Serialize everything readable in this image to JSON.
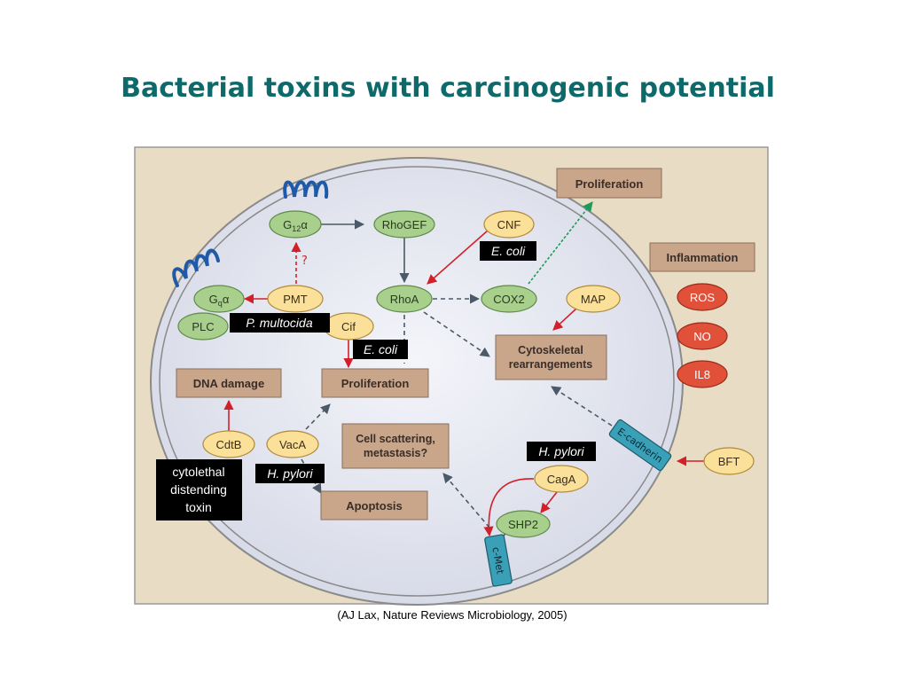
{
  "title": "Bacterial toxins with carcinogenic potential",
  "citation": "(AJ Lax, Nature Reviews Microbiology, 2005)",
  "colors": {
    "title": "#0e6a6a",
    "panel_bg": "#e8dcc4",
    "cell_fill": "#e3e5ef",
    "green_node": "#a8d08c",
    "yellow_node": "#fbe09a",
    "red_node": "#e1513a",
    "process_box": "#c9a58a",
    "receptor": "#3aa0b8",
    "membrane_protein": "#1e5aa8",
    "red_arrow": "#d2202a",
    "green_arrow": "#1c9a5a",
    "gray_arrow": "#4a5a66"
  },
  "nodes": {
    "g12": {
      "main": "G",
      "sub": "12",
      "tail": "α"
    },
    "gq": {
      "main": "G",
      "sub": "q",
      "tail": "α"
    },
    "rhogef": "RhoGEF",
    "cnf": "CNF",
    "pmt": "PMT",
    "rhoa": "RhoA",
    "cox2": "COX2",
    "map": "MAP",
    "plc": "PLC",
    "cif": "Cif",
    "cdtb": "CdtB",
    "vaca": "VacA",
    "caga": "CagA",
    "shp2": "SHP2",
    "bft": "BFT",
    "ros": "ROS",
    "no": "NO",
    "il8": "IL8",
    "ecadherin": "E-cadherin",
    "cmet": "c-Met",
    "question": "?"
  },
  "boxes": {
    "proliferation_top": "Proliferation",
    "inflammation": "Inflammation",
    "cytoskeletal_1": "Cytoskeletal",
    "cytoskeletal_2": "rearrangements",
    "dna_damage": "DNA damage",
    "proliferation_mid": "Proliferation",
    "scattering_1": "Cell scattering,",
    "scattering_2": "metastasis?",
    "apoptosis": "Apoptosis"
  },
  "labels": {
    "ecoli_1": "E. coli",
    "pmultocida": "P. multocida",
    "ecoli_2": "E. coli",
    "hpylori_1": "H. pylori",
    "hpylori_2": "H. pylori",
    "cdt_1": "cytolethal",
    "cdt_2": "distending",
    "cdt_3": "toxin"
  }
}
